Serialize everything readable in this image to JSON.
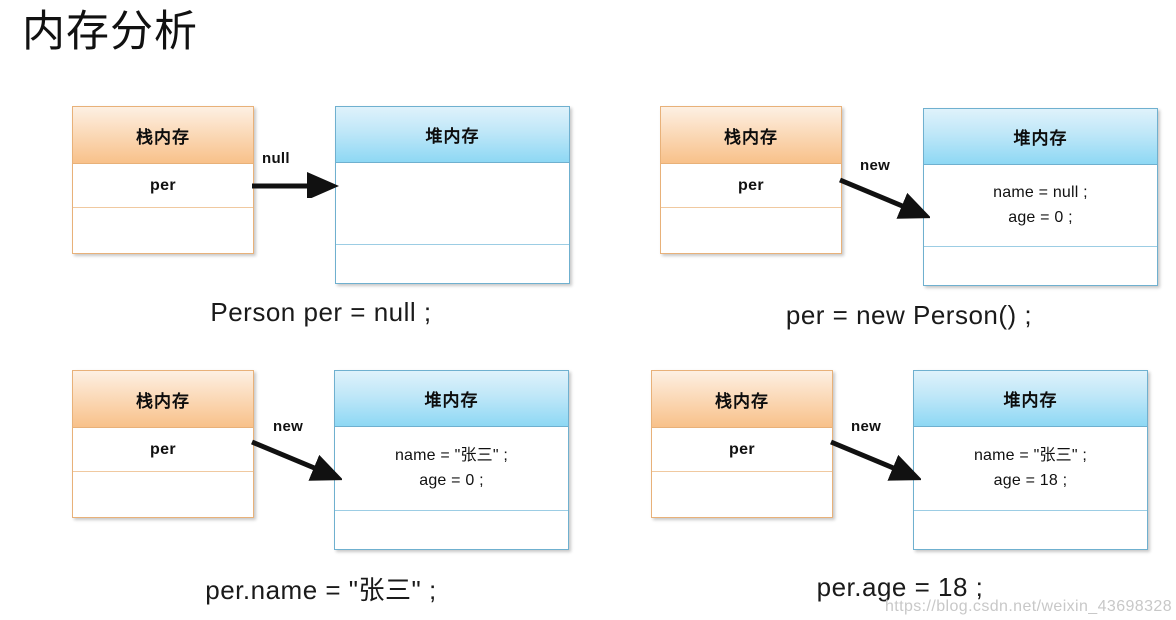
{
  "title": "内存分析",
  "labels": {
    "stack_header": "栈内存",
    "heap_header": "堆内存",
    "variable": "per"
  },
  "watermark": "https://blog.csdn.net/weixin_43698328",
  "panels": [
    {
      "id": "panel-1",
      "stack": {
        "header": "栈内存",
        "variable": "per"
      },
      "heap": {
        "header": "堆内存",
        "fields": []
      },
      "arrow": {
        "label": "null",
        "kind": "horizontal"
      },
      "caption": "Person per = null ;"
    },
    {
      "id": "panel-2",
      "stack": {
        "header": "栈内存",
        "variable": "per"
      },
      "heap": {
        "header": "堆内存",
        "fields": [
          "name = null ;",
          "age = 0 ;"
        ]
      },
      "arrow": {
        "label": "new",
        "kind": "diagonal"
      },
      "caption": "per = new Person() ;"
    },
    {
      "id": "panel-3",
      "stack": {
        "header": "栈内存",
        "variable": "per"
      },
      "heap": {
        "header": "堆内存",
        "fields": [
          "name = \"张三\" ;",
          "age = 0 ;"
        ]
      },
      "arrow": {
        "label": "new",
        "kind": "diagonal"
      },
      "caption": "per.name = \"张三\" ;"
    },
    {
      "id": "panel-4",
      "stack": {
        "header": "栈内存",
        "variable": "per"
      },
      "heap": {
        "header": "堆内存",
        "fields": [
          "name = \"张三\" ;",
          "age = 18 ;"
        ]
      },
      "arrow": {
        "label": "new",
        "kind": "diagonal"
      },
      "caption": "per.age = 18 ;"
    }
  ],
  "colors": {
    "stack_border": "#e8b179",
    "stack_header_top": "#fdf0e3",
    "stack_header_bottom": "#f8c18a",
    "heap_border": "#6fb0cf",
    "heap_header_top": "#dff2fb",
    "heap_header_bottom": "#8ed8f4",
    "arrow": "#111111",
    "watermark": "#c8c8c8"
  }
}
